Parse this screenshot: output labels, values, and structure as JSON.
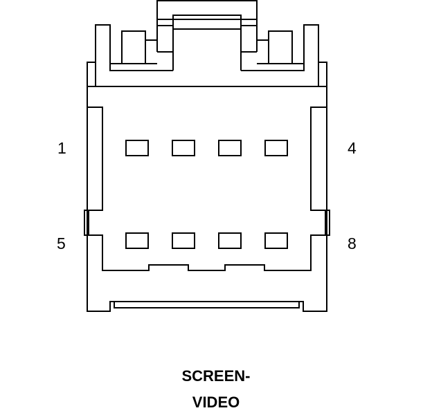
{
  "connector": {
    "pin_labels": {
      "top_left": "1",
      "top_right": "4",
      "bottom_left": "5",
      "bottom_right": "8"
    },
    "row_count": 2,
    "pins_per_row": 4,
    "caption_line1": "SCREEN-",
    "caption_line2": "VIDEO"
  },
  "colors": {
    "stroke": "#000000",
    "background": "#ffffff"
  }
}
